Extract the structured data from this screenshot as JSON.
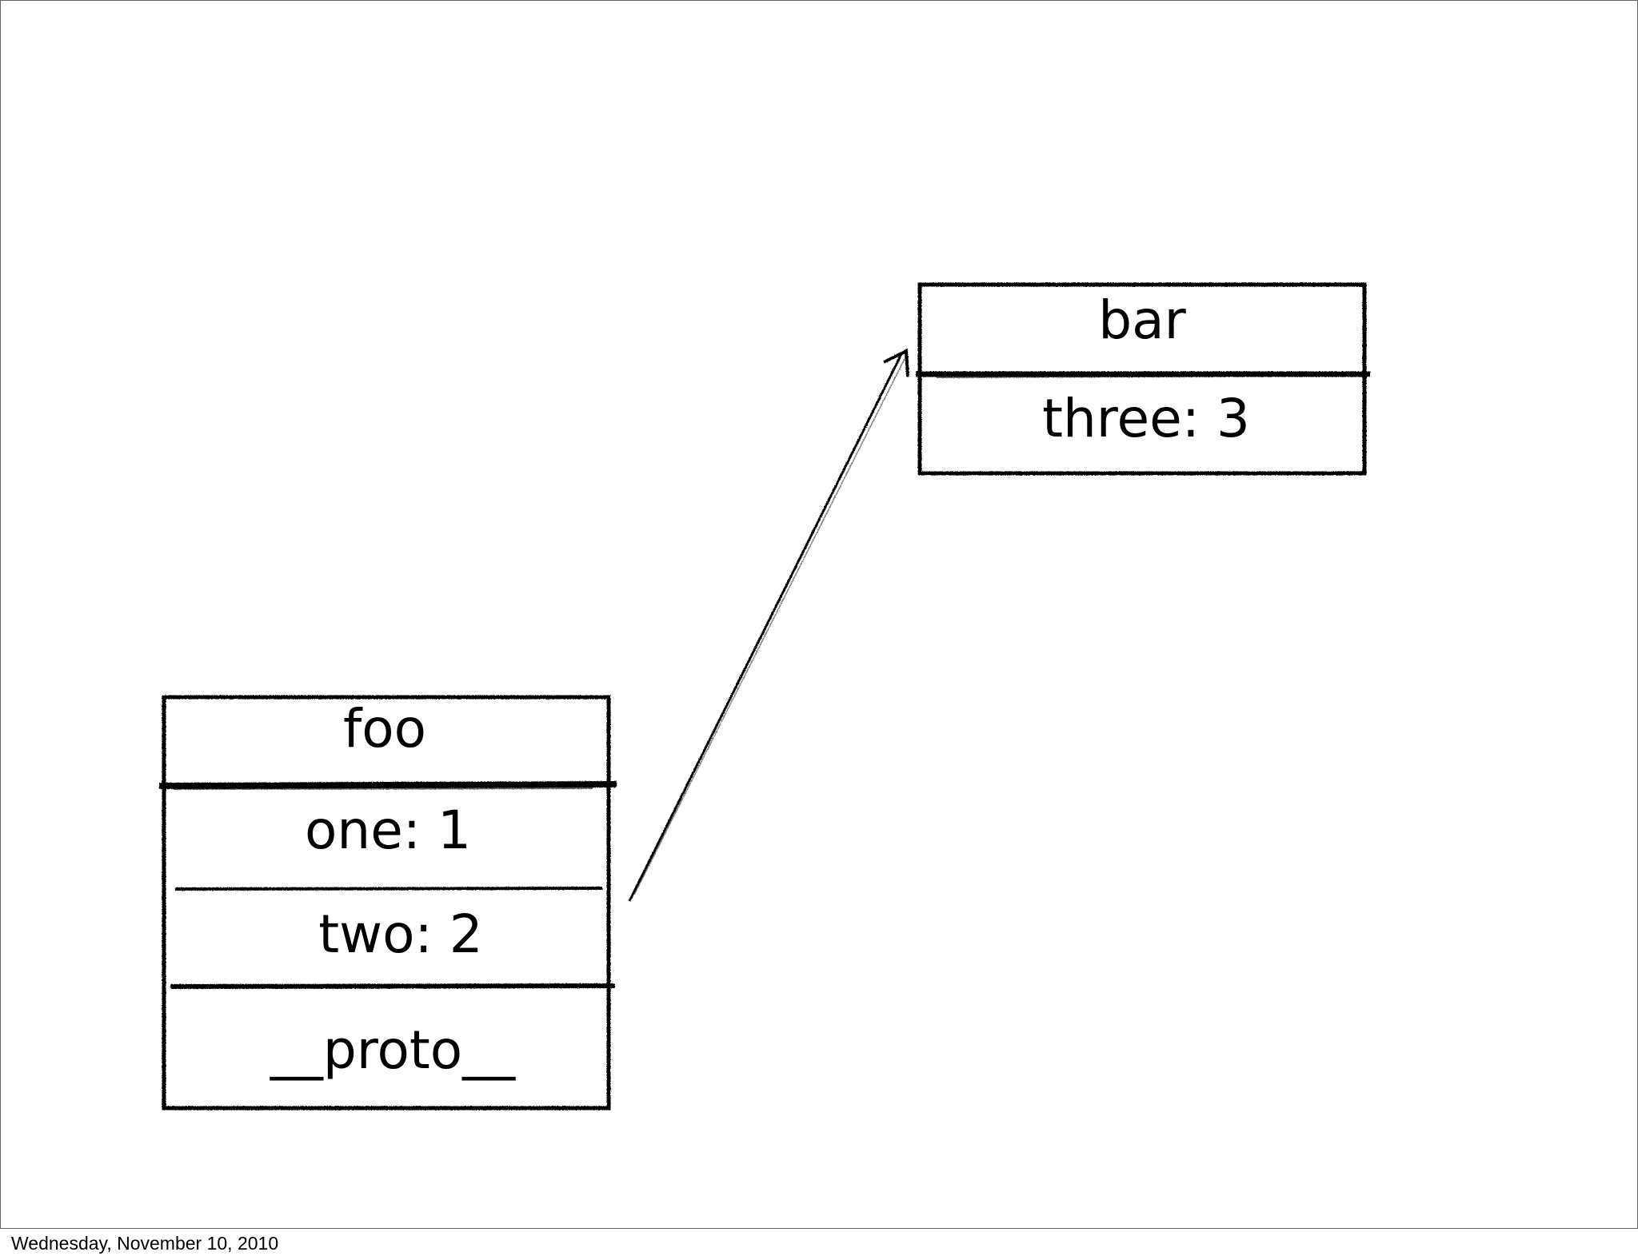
{
  "footer": {
    "date": "Wednesday, November 10, 2010"
  },
  "diagram": {
    "foo": {
      "title": "foo",
      "rows": [
        "one: 1",
        "two: 2",
        "__proto__"
      ]
    },
    "bar": {
      "title": "bar",
      "rows": [
        "three: 3"
      ]
    }
  },
  "colors": {
    "ink": "#000000",
    "background": "#ffffff",
    "frame": "#666666"
  }
}
